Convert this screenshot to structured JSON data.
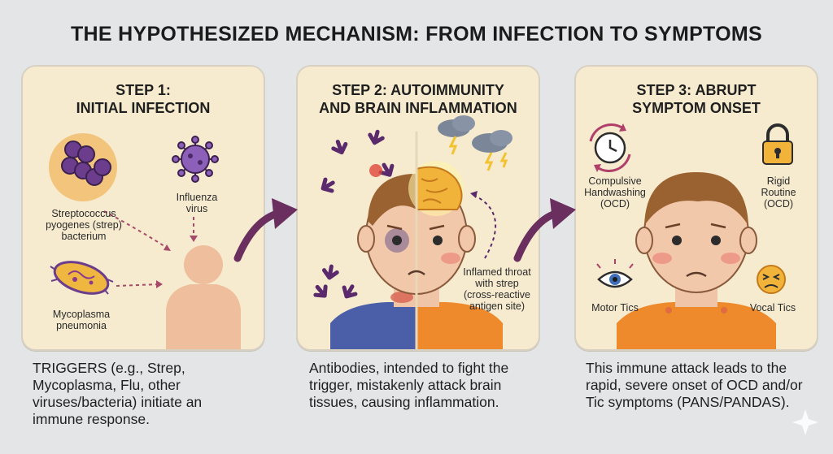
{
  "title": "THE HYPOTHESIZED MECHANISM: FROM INFECTION TO SYMPTOMS",
  "steps": [
    {
      "heading_line1": "STEP 1:",
      "heading_line2": "INITIAL INFECTION",
      "labels": {
        "strep_line1": "Streptococcus",
        "strep_line2": "pyogenes (strep)",
        "strep_line3": "bacterium",
        "flu_line1": "Influenza",
        "flu_line2": "virus",
        "myco_line1": "Mycoplasma",
        "myco_line2": "pneumonia"
      },
      "description_lines": [
        "TRIGGERS (e.g., Strep,",
        "Mycoplasma, Flu, other",
        "viruses/bacteria) initiate an",
        "immune response."
      ]
    },
    {
      "heading_line1": "STEP 2: AUTOIMMUNITY",
      "heading_line2": "AND BRAIN INFLAMMATION",
      "labels": {
        "throat_line1": "Inflamed throat",
        "throat_line2": "with strep",
        "throat_line3": "(cross-reactive",
        "throat_line4": "antigen site)"
      },
      "description_lines": [
        "Antibodies, intended to fight the",
        "trigger, mistakenly attack brain",
        "tissues, causing inflammation."
      ]
    },
    {
      "heading_line1": "STEP 3: ABRUPT",
      "heading_line2": "SYMPTOM ONSET",
      "labels": {
        "hand_line1": "Compulsive",
        "hand_line2": "Handwashing",
        "hand_line3": "(OCD)",
        "rigid_line1": "Rigid",
        "rigid_line2": "Routine",
        "rigid_line3": "(OCD)",
        "motor": "Motor Tics",
        "vocal": "Vocal Tics"
      },
      "description_lines": [
        "This immune attack leads to the",
        "rapid, severe onset of OCD and/or",
        "Tic symptoms (PANS/PANDAS)."
      ]
    }
  ],
  "colors": {
    "background": "#e4e5e7",
    "panel": "#f6ebcf",
    "arrow": "#6a2f5e",
    "bacteria": "#6b3d8c",
    "shirt_blue": "#4b5fa8",
    "shirt_orange": "#ee8a2c",
    "brain": "#f2b33a"
  }
}
